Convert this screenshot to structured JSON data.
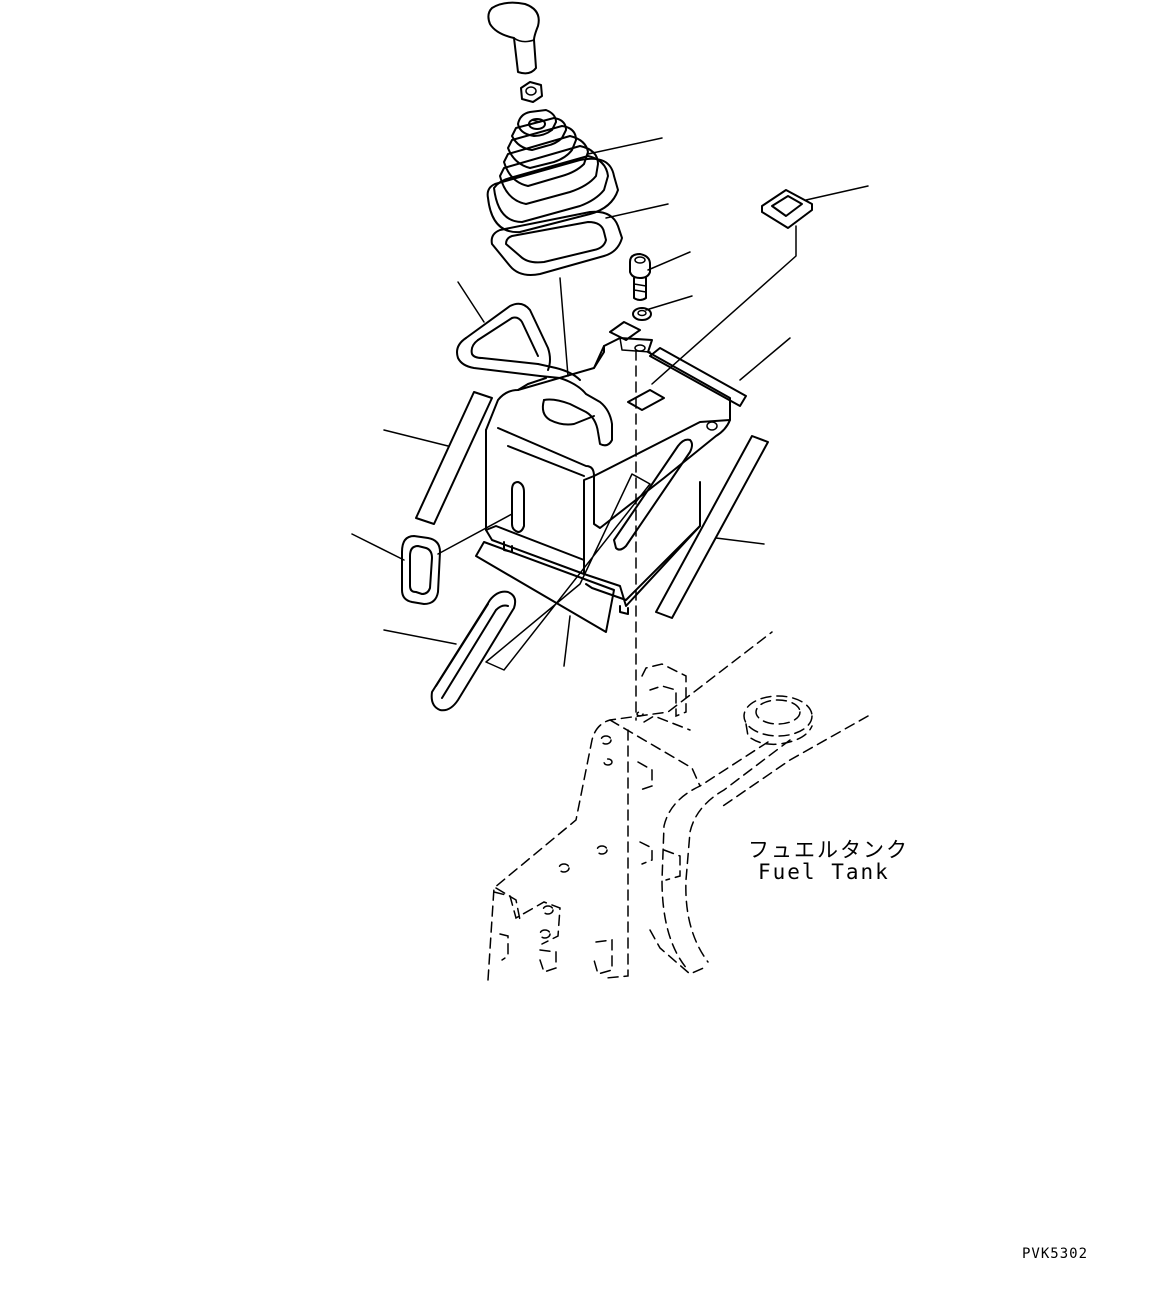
{
  "labels": {
    "fuel_tank_jp": "フュエルタンク",
    "fuel_tank_en": "Fuel Tank",
    "drawing_code": "PVK5302"
  }
}
